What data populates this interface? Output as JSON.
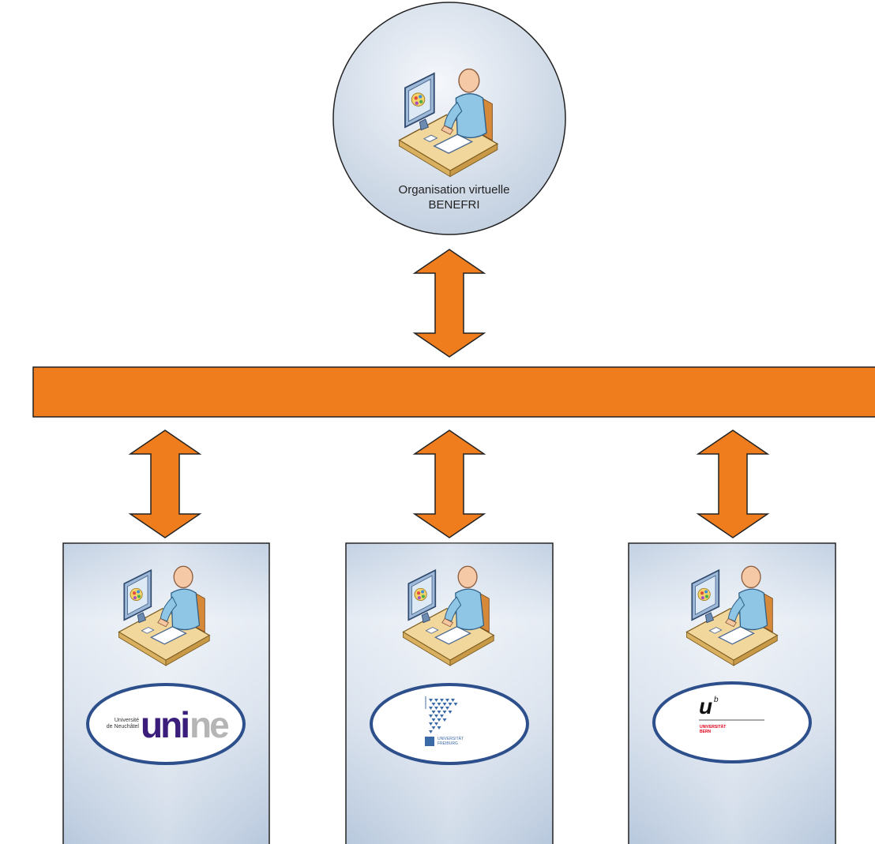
{
  "virtual_org": {
    "label_line1": "Organisation virtuelle",
    "label_line2": "BENEFRI"
  },
  "colors": {
    "bus": "#f07d1d",
    "arrow": "#f07d1d",
    "outline": "#222222",
    "panel_light": "#eef2f8",
    "panel_dark": "#b7c8dd"
  },
  "institutions": [
    {
      "id": "neuchatel",
      "logo_small_line1": "Université",
      "logo_small_line2": "de Neuchâtel",
      "logo_main_a": "uni",
      "logo_main_b": "ne"
    },
    {
      "id": "fribourg",
      "logo_text_line1": "UNIVERSITÄT",
      "logo_text_line2": "FREIBURG"
    },
    {
      "id": "bern",
      "logo_mark": "u",
      "logo_sup": "b",
      "logo_text_line1": "UNIVERSITÄT",
      "logo_text_line2": "BERN"
    }
  ],
  "icons": {
    "workstation": "user-workstation-icon",
    "arrow": "double-arrow-icon"
  }
}
